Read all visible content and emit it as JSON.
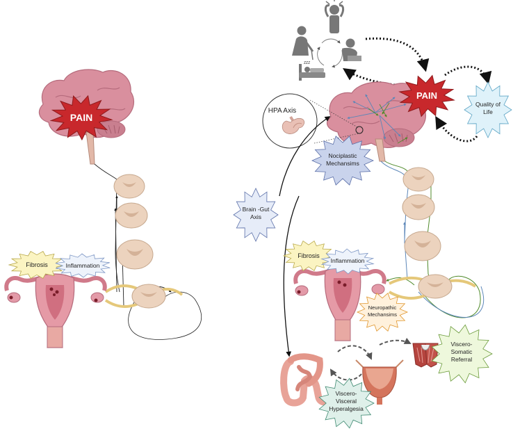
{
  "left_panel": {
    "pain": "PAIN",
    "fibrosis": "Fibrosis",
    "inflammation": "Inflammation"
  },
  "right_panel": {
    "pain": "PAIN",
    "hpa_axis": "HPA Axis",
    "quality_of_life": [
      "Quality of",
      "Life"
    ],
    "nociplastic": [
      "Nociplastic",
      "Mechansims"
    ],
    "brain_gut": [
      "Brain -Gut",
      "Axis"
    ],
    "fibrosis": "Fibrosis",
    "inflammation": "Inflammation",
    "neuropathic": [
      "Neuropathic",
      "Mechansims"
    ],
    "viscero_somatic": [
      "Viscero-",
      "Somatic",
      "Referral"
    ],
    "viscero_visceral": [
      "Viscero-",
      "Visceral",
      "Hyperalgesia"
    ],
    "sleep_zzz": "ZZZ"
  },
  "colors": {
    "pain_burst": "#c8282c",
    "fibrosis_burst": "#fbf4c2",
    "inflammation_burst": "#eef3fb",
    "neuropathic_burst": "#fff1dc",
    "nociplastic_burst": "#c9d3ec",
    "brain_gut_burst": "#e6ecf8",
    "quality_burst": "#dff2fa",
    "somatic_burst": "#eef8dc",
    "visceral_burst": "#dff0ea",
    "brain": "#d98f9e",
    "spinal": "#ecd3be",
    "person": "#777777",
    "blue_nerve": "#5b86b8",
    "green_nerve": "#4f8a2a"
  },
  "icons": [
    "brain-icon",
    "spinal-cord-segment-icon",
    "uterus-icon",
    "stressed-person-icon",
    "tired-person-icon",
    "sad-person-icon",
    "sleeping-person-icon",
    "pituitary-gland-icon",
    "intestine-icon",
    "bladder-icon",
    "pelvic-muscle-icon"
  ]
}
